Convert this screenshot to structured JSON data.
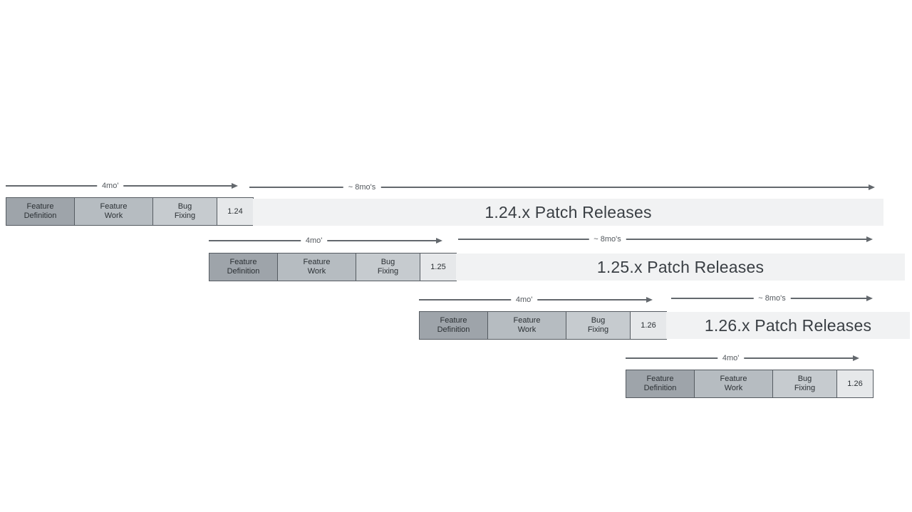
{
  "diagram": {
    "description_labels": {
      "feature_definition": "Feature\nDefinition",
      "feature_work": "Feature\nWork",
      "bug_fixing": "Bug\nFixing"
    },
    "arrow_labels": {
      "four_months": "4mo'",
      "eight_months": "~ 8mo's"
    },
    "rows": [
      {
        "version": "1.24",
        "patch_label": "1.24.x Patch Releases"
      },
      {
        "version": "1.25",
        "patch_label": "1.25.x Patch Releases"
      },
      {
        "version": "1.26",
        "patch_label": "1.26.x Patch Releases"
      },
      {
        "version": "1.26",
        "patch_label": ""
      }
    ],
    "colors": {
      "feature_definition_fill": "#9ea4aa",
      "feature_work_fill": "#b6bcc1",
      "bug_fixing_fill": "#c6cbcf",
      "version_box_fill": "#e6e8ea",
      "patch_bar_fill": "#f1f2f3",
      "box_border": "#555b61",
      "arrow": "#63686d",
      "box_text": "#2b3034",
      "patch_text": "#3a3f44"
    }
  }
}
